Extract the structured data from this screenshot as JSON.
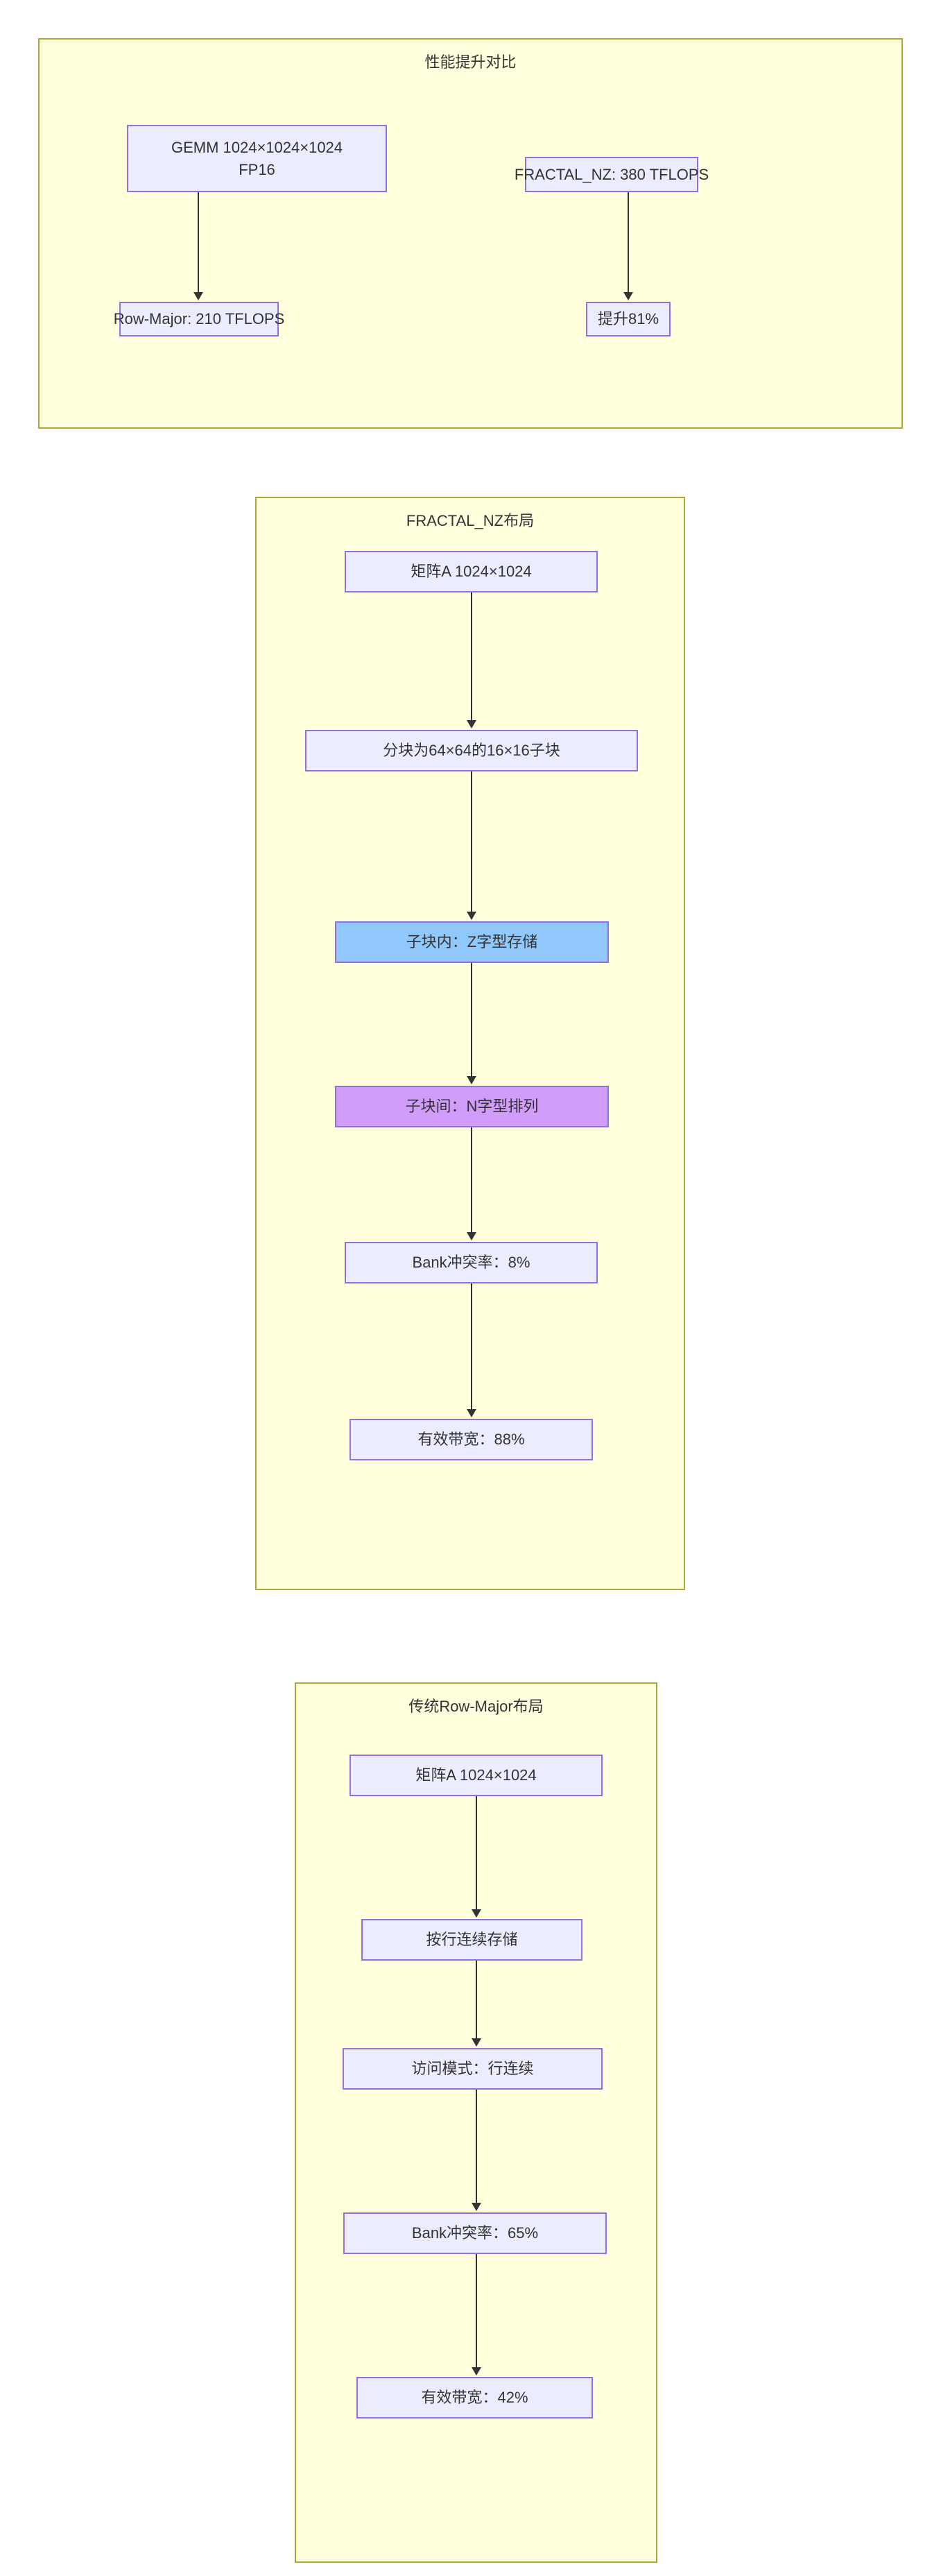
{
  "diagram": {
    "type": "flowchart",
    "background": "#ffffff",
    "subgraph_fill": "#ffffde",
    "subgraph_stroke": "#aaaa33",
    "node_fill": "#ececff",
    "node_stroke": "#9370db",
    "highlight_blue": "#90c8fc",
    "highlight_magenta": "#d29cfb",
    "edge_color": "#333333",
    "text_color": "#333333"
  },
  "sections": [
    {
      "id": "perf-comparison",
      "title": "性能提升对比",
      "nodes": [
        {
          "id": "gemm",
          "line1": "GEMM 1024×1024×1024",
          "line2": "FP16",
          "style": "default"
        },
        {
          "id": "fractal-nz-tflops",
          "line1": "FRACTAL_NZ: 380 TFLOPS",
          "line2": "",
          "style": "default"
        },
        {
          "id": "row-major-tflops",
          "line1": "Row-Major: 210 TFLOPS",
          "line2": "",
          "style": "default"
        },
        {
          "id": "improvement",
          "line1": "提升81%",
          "line2": "",
          "style": "default"
        }
      ],
      "edges": [
        {
          "from": "gemm",
          "to": "row-major-tflops"
        },
        {
          "from": "fractal-nz-tflops",
          "to": "improvement"
        }
      ]
    },
    {
      "id": "fractal-nz-layout",
      "title": "FRACTAL_NZ布局",
      "nodes": [
        {
          "id": "matrix-a-nz",
          "line1": "矩阵A 1024×1024",
          "line2": "",
          "style": "default"
        },
        {
          "id": "tiling",
          "line1": "分块为64×64的16×16子块",
          "line2": "",
          "style": "default"
        },
        {
          "id": "intra-block",
          "line1": "子块内：Z字型存储",
          "line2": "",
          "style": "blue"
        },
        {
          "id": "inter-block",
          "line1": "子块间：N字型排列",
          "line2": "",
          "style": "magenta"
        },
        {
          "id": "bank-conflict-nz",
          "line1": "Bank冲突率：8%",
          "line2": "",
          "style": "default"
        },
        {
          "id": "bandwidth-nz",
          "line1": "有效带宽：88%",
          "line2": "",
          "style": "default"
        }
      ],
      "edges": [
        {
          "from": "matrix-a-nz",
          "to": "tiling"
        },
        {
          "from": "tiling",
          "to": "intra-block"
        },
        {
          "from": "intra-block",
          "to": "inter-block"
        },
        {
          "from": "inter-block",
          "to": "bank-conflict-nz"
        },
        {
          "from": "bank-conflict-nz",
          "to": "bandwidth-nz"
        }
      ]
    },
    {
      "id": "row-major-layout",
      "title": "传统Row-Major布局",
      "nodes": [
        {
          "id": "matrix-a-rm",
          "line1": "矩阵A 1024×1024",
          "line2": "",
          "style": "default"
        },
        {
          "id": "row-contiguous",
          "line1": "按行连续存储",
          "line2": "",
          "style": "default"
        },
        {
          "id": "access-pattern",
          "line1": "访问模式：行连续",
          "line2": "",
          "style": "default"
        },
        {
          "id": "bank-conflict-rm",
          "line1": "Bank冲突率：65%",
          "line2": "",
          "style": "default"
        },
        {
          "id": "bandwidth-rm",
          "line1": "有效带宽：42%",
          "line2": "",
          "style": "default"
        }
      ],
      "edges": [
        {
          "from": "matrix-a-rm",
          "to": "row-contiguous"
        },
        {
          "from": "row-contiguous",
          "to": "access-pattern"
        },
        {
          "from": "access-pattern",
          "to": "bank-conflict-rm"
        },
        {
          "from": "bank-conflict-rm",
          "to": "bandwidth-rm"
        }
      ]
    }
  ]
}
